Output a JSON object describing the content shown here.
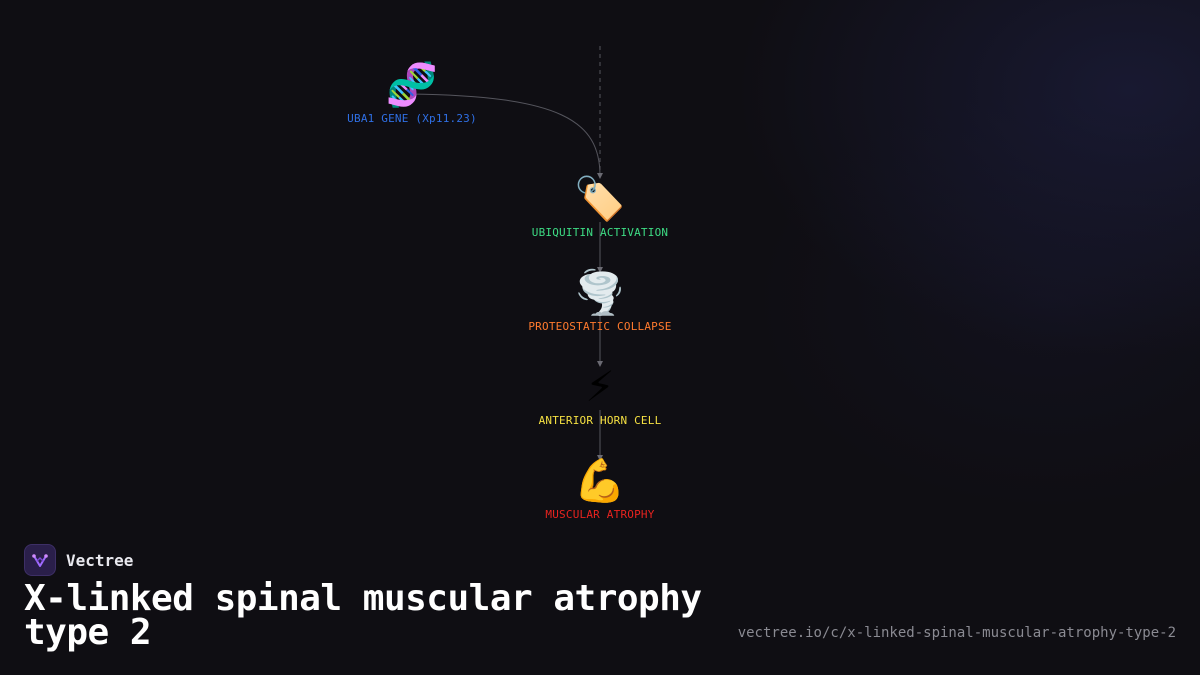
{
  "diagram": {
    "nodes": [
      {
        "id": "gene",
        "icon": "🧬",
        "icon_name": "dna-icon",
        "label": "UBA1 GENE (Xp11.23)",
        "color": "#2f6fe4"
      },
      {
        "id": "ubiq",
        "icon": "🏷️",
        "icon_name": "tag-icon",
        "label": "UBIQUITIN ACTIVATION",
        "color": "#3ddc84"
      },
      {
        "id": "prot",
        "icon": "🌪️",
        "icon_name": "tornado-icon",
        "label": "PROTEOSTATIC COLLAPSE",
        "color": "#ff7a2e"
      },
      {
        "id": "horn",
        "icon": "⚡",
        "icon_name": "lightning-icon",
        "label": "ANTERIOR HORN CELL",
        "color": "#f5e042"
      },
      {
        "id": "musc",
        "icon": "💪",
        "icon_name": "flexed-biceps-icon",
        "label": "MUSCULAR ATROPHY",
        "color": "#e8231f"
      }
    ],
    "edges": [
      {
        "from": "gene",
        "to": "ubiq"
      },
      {
        "from": "ubiq",
        "to": "prot"
      },
      {
        "from": "prot",
        "to": "horn"
      },
      {
        "from": "horn",
        "to": "musc"
      }
    ]
  },
  "brand": {
    "name": "Vectree",
    "logo_icon": "vectree-logo-icon"
  },
  "title": "X-linked spinal muscular atrophy type 2",
  "url": "vectree.io/c/x-linked-spinal-muscular-atrophy-type-2"
}
